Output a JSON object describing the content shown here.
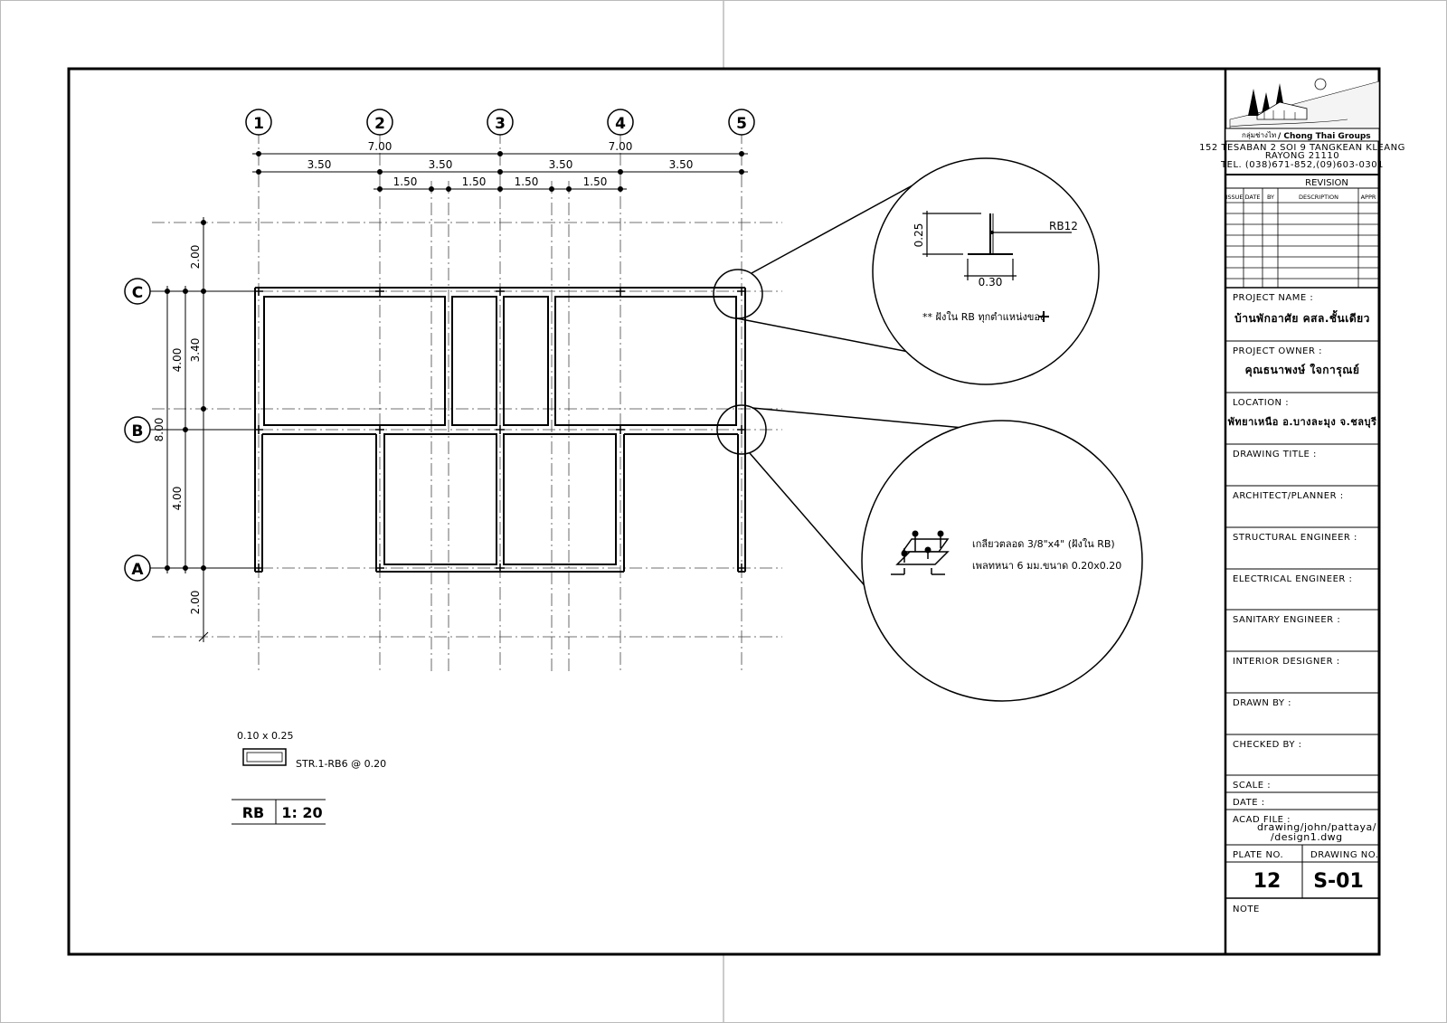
{
  "grid": {
    "columns": [
      "1",
      "2",
      "3",
      "4",
      "5"
    ],
    "rows": [
      "C",
      "B",
      "A"
    ],
    "dims_top_overall": [
      "7.00",
      "7.00"
    ],
    "dims_top_spans": [
      "3.50",
      "3.50",
      "3.50",
      "3.50"
    ],
    "dims_top_sub": [
      "1.50",
      "1.50",
      "1.50",
      "1.50"
    ],
    "dims_left_outer": [
      "2.00",
      "3.40",
      "2.00"
    ],
    "dims_left_inner": [
      "4.00",
      "4.00"
    ],
    "dims_left_total": "8.00"
  },
  "detail1": {
    "height_dim": "0.25",
    "width_dim": "0.30",
    "bar_label": "RB12",
    "note": "** ฝังใน RB ทุกตำแหน่งของ"
  },
  "detail2": {
    "line1": "เกลียวตลอด 3/8\"x4\" (ฝังใน RB)",
    "line2": "เพลทหนา 6 มม.ขนาด 0.20x0.20"
  },
  "section": {
    "size": "0.10  x  0.25",
    "rebar": "STR.1-RB6  @  0.20"
  },
  "scale_tag": {
    "name": "RB",
    "scale": "1: 20"
  },
  "title_block": {
    "company_thai": "กลุ่มช่างไท",
    "company_en": "/ Chong Thai Groups",
    "address1": "152  TESABAN  2  SOI  9  TANGKEAN  KLEANG",
    "address2": "RAYONG  21110",
    "tel": "TEL.  (038)671-852,(09)603-0301",
    "revision_title": "REVISION",
    "revision_headers": [
      "ISSUE",
      "DATE",
      "BY",
      "DESCRIPTION",
      "APPR"
    ],
    "project_name_label": "PROJECT  NAME  :",
    "project_name": "บ้านพักอาศัย คสล.ชั้นเดียว",
    "project_owner_label": "PROJECT  OWNER  :",
    "project_owner": "คุณธนาพงษ์ ใจการุณย์",
    "location_label": "LOCATION  :",
    "location": "พัทยาเหนือ อ.บางละมุง จ.ชลบุรี",
    "drawing_title_label": "DRAWING  TITLE  :",
    "architect_label": "ARCHITECT/PLANNER  :",
    "structural_label": "STRUCTURAL  ENGINEER  :",
    "electrical_label": "ELECTRICAL  ENGINEER  :",
    "sanitary_label": "SANITARY  ENGINEER  :",
    "interior_label": "INTERIOR  DESIGNER  :",
    "drawn_label": "DRAWN  BY  :",
    "checked_label": "CHECKED  BY  :",
    "scale_label": "SCALE  :",
    "date_label": "DATE  :",
    "acad_label": "ACAD  FILE  :",
    "acad_file1": "drawing/john/pattaya/",
    "acad_file2": "/design1.dwg",
    "plate_label": "PLATE  NO.",
    "drawing_no_label": "DRAWING  NO.",
    "plate_no": "12",
    "drawing_no": "S-01",
    "note_label": "NOTE"
  }
}
